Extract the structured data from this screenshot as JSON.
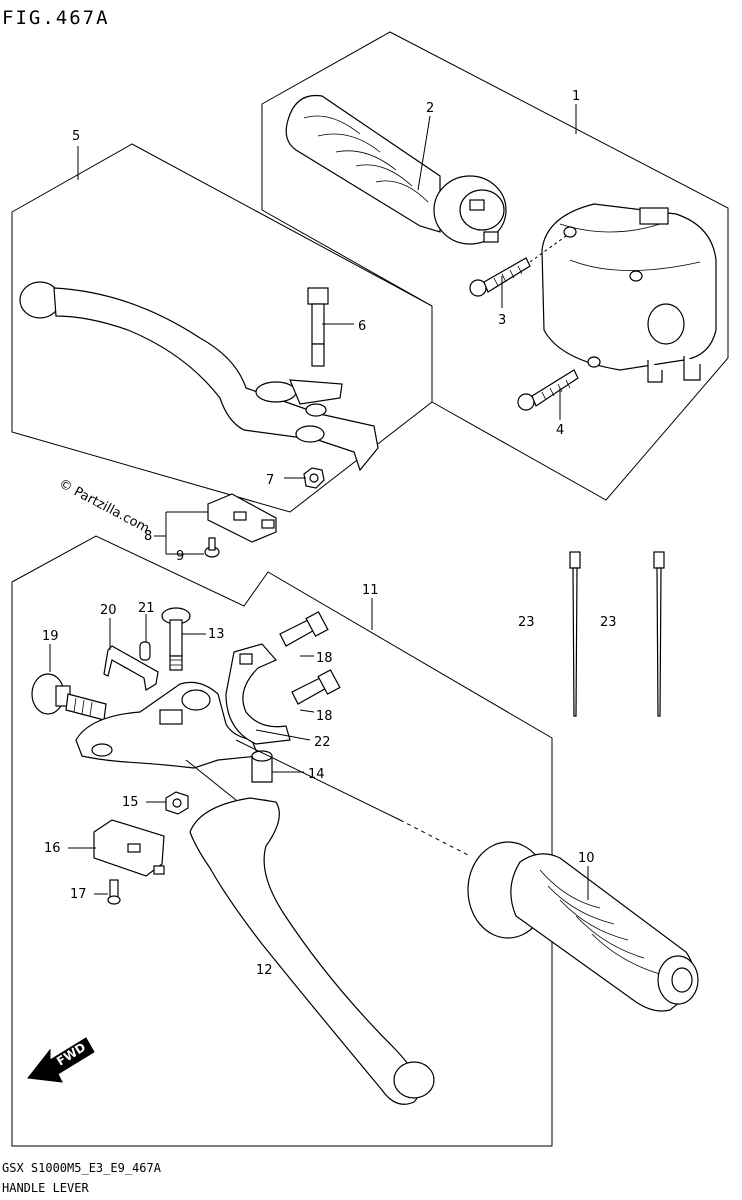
{
  "figure": {
    "title": "FIG.467A",
    "footer_code": "GSX S1000M5_E3_E9_467A",
    "footer_name": "HANDLE LEVER",
    "watermark": "© Partzilla.com",
    "fwd_label": "FWD"
  },
  "callouts": {
    "c1": "1",
    "c2": "2",
    "c3": "3",
    "c4": "4",
    "c5": "5",
    "c6": "6",
    "c7": "7",
    "c8": "8",
    "c9": "9",
    "c10": "10",
    "c11": "11",
    "c12": "12",
    "c13": "13",
    "c14": "14",
    "c15": "15",
    "c16": "16",
    "c17": "17",
    "c18a": "18",
    "c18b": "18",
    "c19": "19",
    "c20": "20",
    "c21": "21",
    "c22": "22",
    "c23a": "23",
    "c23b": "23"
  }
}
